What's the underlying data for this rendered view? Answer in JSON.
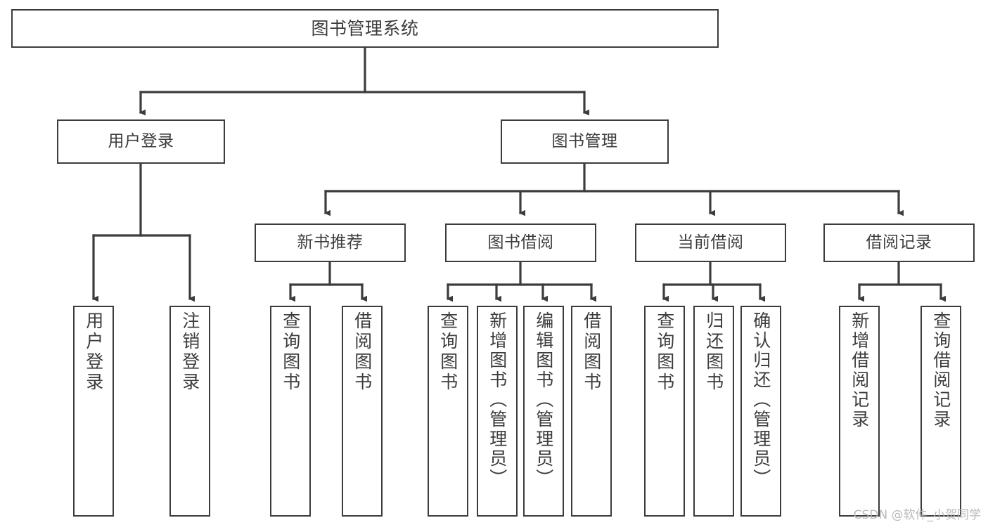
{
  "diagram": {
    "type": "tree-hierarchy",
    "title": "图书管理系统",
    "background_color": "#ffffff",
    "line_color": "#3c3c3c",
    "text_color": "#3c3c3c",
    "root": {
      "id": "root",
      "label": "图书管理系统"
    },
    "branches": [
      {
        "id": "user-login",
        "label": "用户登录",
        "children": [
          {
            "id": "user-login-do",
            "label": "用户登录"
          },
          {
            "id": "user-logout",
            "label": "注销登录"
          }
        ]
      },
      {
        "id": "book-manage",
        "label": "图书管理",
        "children": [
          {
            "id": "new-book-recommend",
            "label": "新书推荐",
            "children": [
              {
                "id": "recommend-query-book",
                "label": "查询图书"
              },
              {
                "id": "recommend-borrow-book",
                "label": "借阅图书"
              }
            ]
          },
          {
            "id": "book-borrow",
            "label": "图书借阅",
            "children": [
              {
                "id": "borrow-query-book",
                "label": "查询图书"
              },
              {
                "id": "borrow-add-book",
                "label": "新增图书（管理员）"
              },
              {
                "id": "borrow-edit-book",
                "label": "编辑图书（管理员）"
              },
              {
                "id": "borrow-borrow-book",
                "label": "借阅图书"
              }
            ]
          },
          {
            "id": "current-borrow",
            "label": "当前借阅",
            "children": [
              {
                "id": "current-query-book",
                "label": "查询图书"
              },
              {
                "id": "current-return-book",
                "label": "归还图书"
              },
              {
                "id": "current-confirm-return",
                "label": "确认归还（管理员）"
              }
            ]
          },
          {
            "id": "borrow-record",
            "label": "借阅记录",
            "children": [
              {
                "id": "record-add",
                "label": "新增借阅记录"
              },
              {
                "id": "record-query",
                "label": "查询借阅记录"
              }
            ]
          }
        ]
      }
    ]
  },
  "watermark": {
    "text": "CSDN @软件_小贺同学"
  }
}
